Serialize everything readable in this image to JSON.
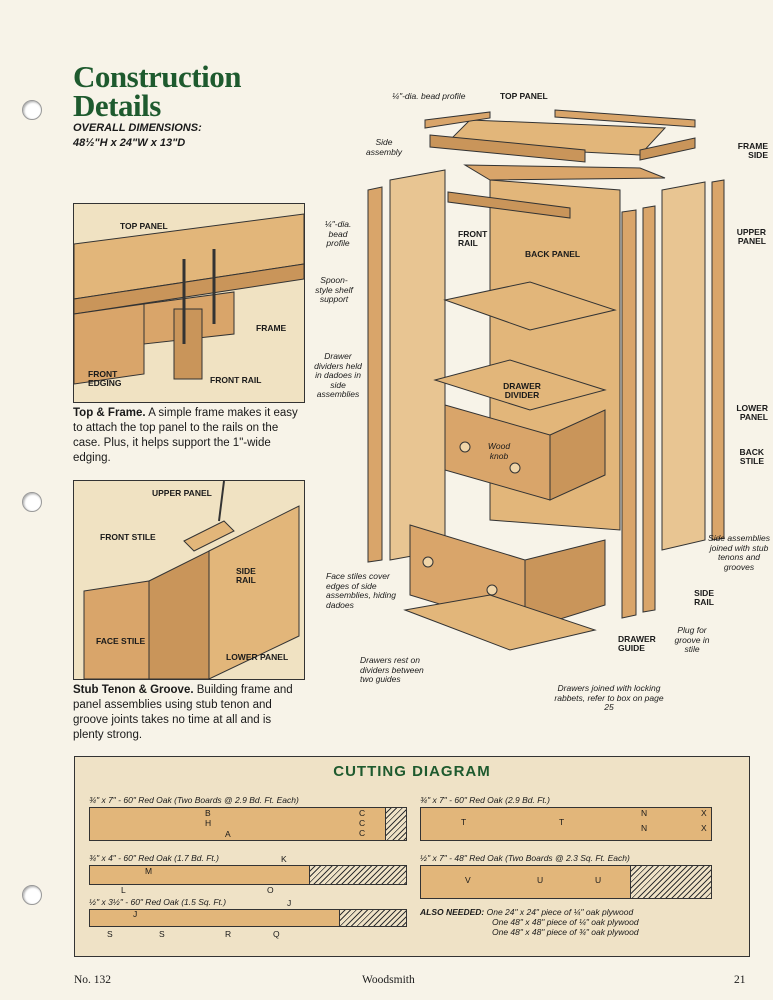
{
  "header": {
    "title_line1": "Construction",
    "title_line2": "Details",
    "overall_label": "OVERALL DIMENSIONS:",
    "overall_value": "48½\"H x 24\"W x 13\"D"
  },
  "detail1": {
    "labels": {
      "top_panel": "TOP PANEL",
      "frame": "FRAME",
      "front_edging": "FRONT EDGING",
      "front_rail": "FRONT RAIL"
    },
    "caption_title": "Top & Frame.",
    "caption_text": "A simple frame makes it easy to attach the top panel to the rails on the case. Plus, it helps support the 1\"-wide edging."
  },
  "detail2": {
    "labels": {
      "upper_panel": "UPPER PANEL",
      "front_stile": "FRONT STILE",
      "side_rail": "SIDE RAIL",
      "face_stile": "FACE STILE",
      "lower_panel": "LOWER PANEL"
    },
    "caption_title": "Stub Tenon & Groove.",
    "caption_text": "Building frame and panel assemblies using stub tenon and groove joints takes no time at all and is plenty strong."
  },
  "exploded": {
    "bead_top": "¼\"-dia. bead profile",
    "top_panel": "TOP PANEL",
    "side_assembly": "Side assembly",
    "frame_side": "FRAME SIDE",
    "bead_mid": "¼\"-dia. bead profile",
    "front_rail": "FRONT RAIL",
    "back_panel": "BACK PANEL",
    "upper_panel": "UPPER PANEL",
    "spoon": "Spoon-style shelf support",
    "dividers_note": "Drawer dividers held in dadoes in side assemblies",
    "drawer_divider": "DRAWER DIVIDER",
    "wood_knob": "Wood knob",
    "lower_panel": "LOWER PANEL",
    "back_stile": "BACK STILE",
    "side_assemblies": "Side assemblies joined with stub tenons and grooves",
    "face_stiles": "Face stiles cover edges of side assemblies, hiding dadoes",
    "side_rail": "SIDE RAIL",
    "plug": "Plug for groove in stile",
    "drawer_guide": "DRAWER GUIDE",
    "drawers_rest": "Drawers rest on dividers between two guides",
    "drawers_joined": "Drawers joined with locking rabbets, refer to box on page 25"
  },
  "cutting": {
    "title": "CUTTING DIAGRAM",
    "boards": [
      {
        "label": "¾\" x 7\" - 60\" Red Oak (Two Boards @ 2.9 Bd. Ft. Each)"
      },
      {
        "label": "¾\" x 4\" - 60\" Red Oak (1.7 Bd. Ft.)"
      },
      {
        "label": "½\" x 3½\" - 60\" Red Oak (1.5 Sq. Ft.)"
      },
      {
        "label": "¾\" x 7\" - 60\" Red Oak (2.9 Bd. Ft.)"
      },
      {
        "label": "½\" x 7\" - 48\" Red Oak (Two Boards @ 2.3 Sq. Ft. Each)"
      }
    ],
    "pieces": {
      "B": "B",
      "H": "H",
      "A": "A",
      "C": "C",
      "M": "M",
      "K": "K",
      "L": "L",
      "O": "O",
      "J": "J",
      "S": "S",
      "R": "R",
      "Q": "Q",
      "T": "T",
      "N": "N",
      "X": "X",
      "V": "V",
      "U": "U"
    },
    "also_label": "ALSO NEEDED:",
    "also_items": [
      "One 24\" x 24\" piece of ¼\" oak plywood",
      "One 48\" x 48\" piece of ¼\" oak plywood",
      "One 48\" x 48\" piece of ¾\" oak plywood"
    ]
  },
  "footer": {
    "issue": "No. 132",
    "magazine": "Woodsmith",
    "page": "21"
  },
  "colors": {
    "title_green": "#1e5a2e",
    "wood": "#d9b27e",
    "paper": "#f7f3e8"
  }
}
